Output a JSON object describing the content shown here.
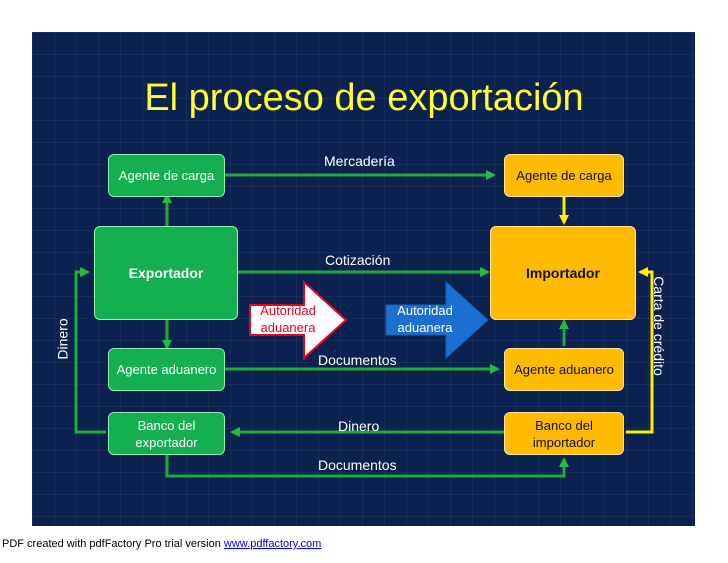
{
  "title": "El proceso de exportación",
  "nodes": {
    "agente_carga_exp": "Agente de carga",
    "exportador": "Exportador",
    "agente_aduanero_exp": "Agente aduanero",
    "banco_exportador": "Banco del exportador",
    "agente_carga_imp": "Agente de carga",
    "importador": "Importador",
    "agente_aduanero_imp": "Agente aduanero",
    "banco_importador": "Banco del importador"
  },
  "flows": {
    "mercaderia": "Mercadería",
    "cotizacion": "Cotización",
    "documentos_1": "Documentos",
    "dinero_horizontal": "Dinero",
    "documentos_2": "Documentos",
    "dinero_vertical": "Dinero",
    "carta_credito": "Carta de crédito"
  },
  "authorities": {
    "left": "Autoridad aduanera",
    "right": "Autoridad aduanera"
  },
  "footer": {
    "text": "PDF created with pdfFactory Pro trial version ",
    "link": "www.pdffactory.com"
  },
  "colors": {
    "background": "#0b2150",
    "title": "#ffff33",
    "exporter_side": "#14b050",
    "importer_side": "#ffbb00",
    "arrow_green": "#1faa3c",
    "arrow_yellow": "#ffee00",
    "authority_red": "#e8001c",
    "authority_blue": "#1a6fd1"
  }
}
